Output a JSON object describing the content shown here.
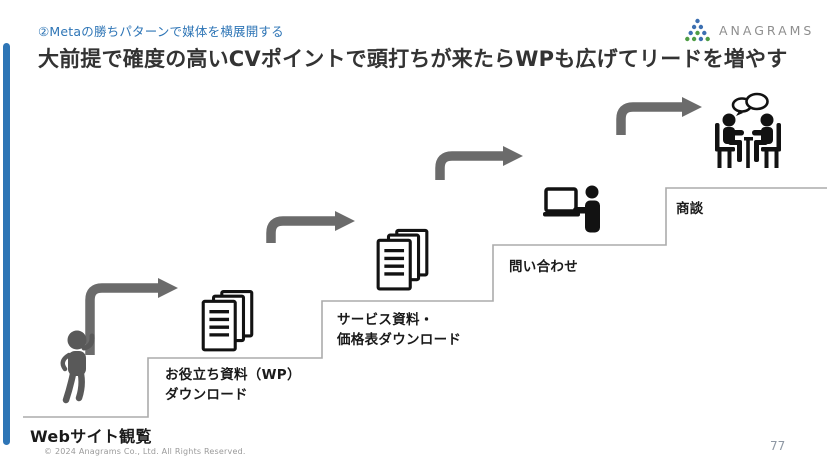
{
  "slide": {
    "subtitle": "②Metaの勝ちパターンで媒体を横展開する",
    "title": "大前提で確度の高いCVポイントで頭打ちが来たらWPも広げてリードを増やす",
    "page_number": "77",
    "copyright": "© 2024 Anagrams Co., Ltd. All Rights Reserved."
  },
  "logo": {
    "text": "ANAGRAMS",
    "icon": "dot-triangle-logo-icon"
  },
  "funnel": {
    "type": "staircase-diagram",
    "base_label": "Webサイト観覧",
    "steps": [
      {
        "name": "wp-download",
        "icon": "documents-icon",
        "label_lines": [
          "お役立ち資料（WP）",
          "ダウンロード"
        ]
      },
      {
        "name": "service-price-download",
        "icon": "documents-icon",
        "label_lines": [
          "サービス資料・",
          "価格表ダウンロード"
        ]
      },
      {
        "name": "inquiry",
        "icon": "person-laptop-icon",
        "label_lines": [
          "問い合わせ"
        ]
      },
      {
        "name": "business-meeting",
        "icon": "meeting-icon",
        "label_lines": [
          "商談"
        ]
      }
    ]
  },
  "colors": {
    "accent_blue": "#2E75B6",
    "title_text": "#333333",
    "arrow_gray": "#6B6B6B",
    "stair_line_gray": "#ABABAB",
    "person_gray": "#595959",
    "icon_black": "#121212",
    "logo_text_gray": "#8F8F8F",
    "logo_dot_blue": "#3C6FB1",
    "logo_dot_green": "#4F9D45",
    "page_number_gray": "#8E97A3"
  }
}
